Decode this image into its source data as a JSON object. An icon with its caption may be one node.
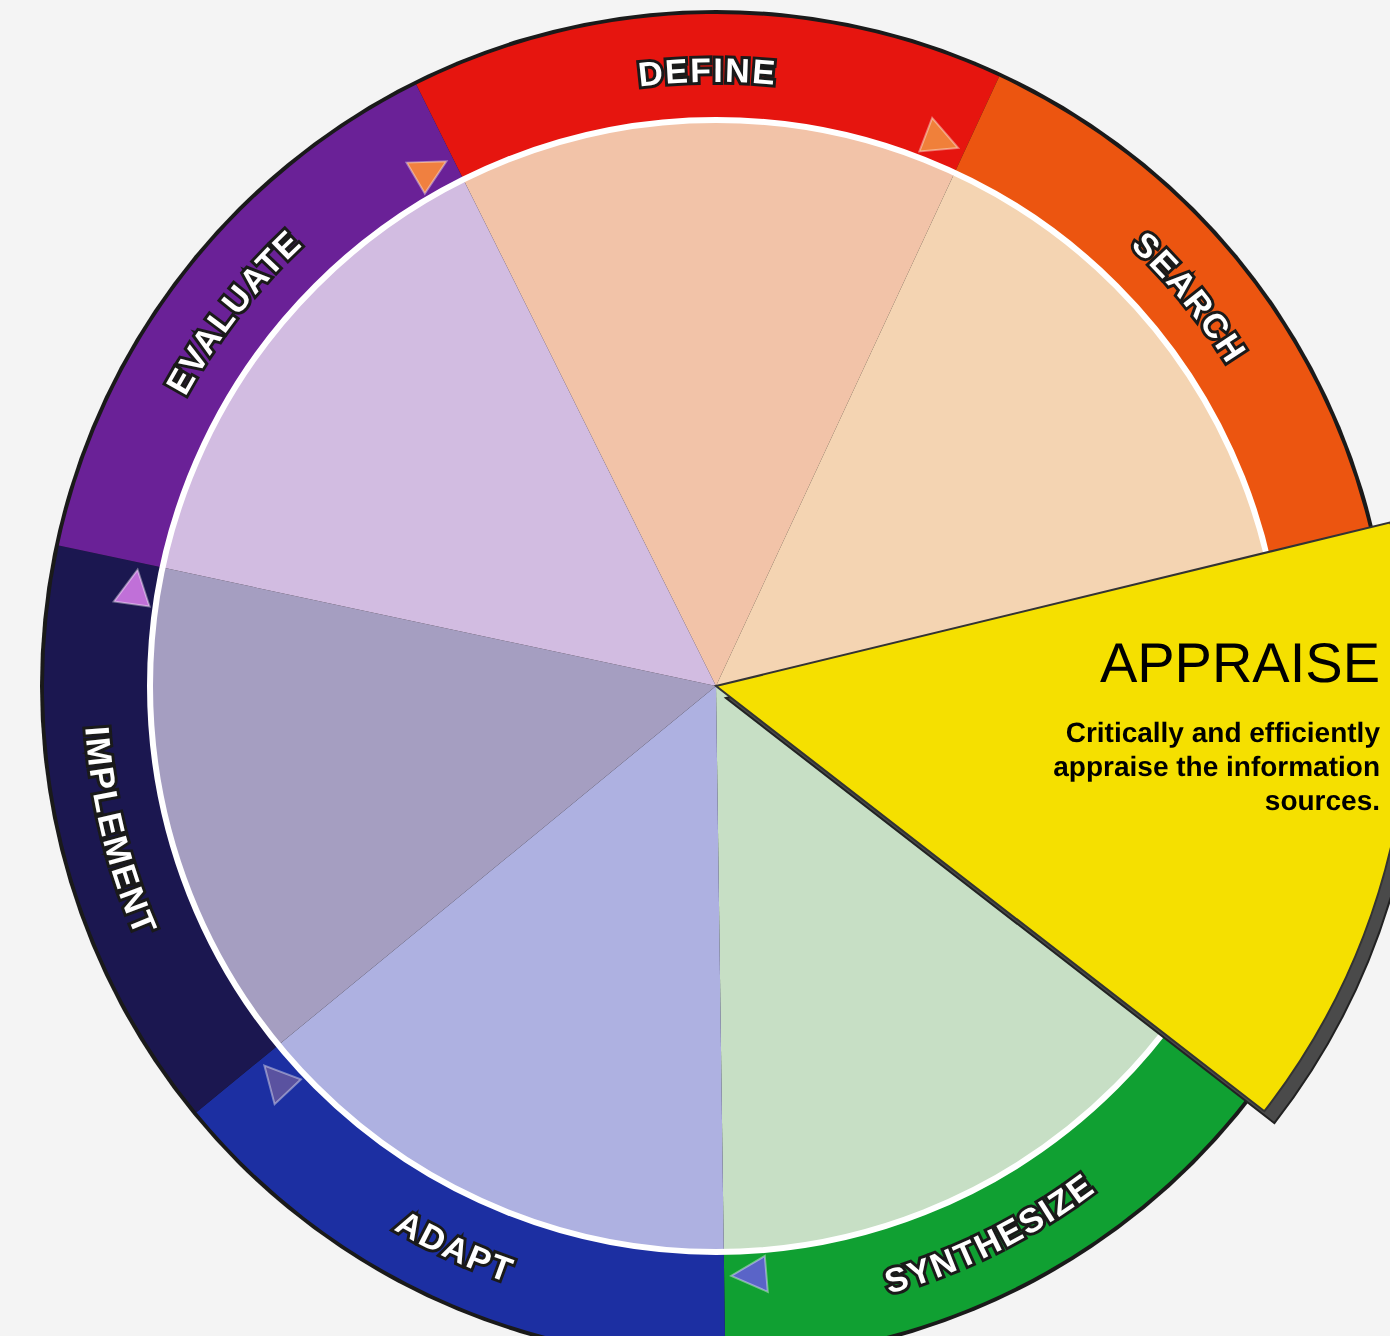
{
  "diagram": {
    "nodes": [
      {
        "text": [
          "DEFINE"
        ]
      },
      {
        "text": [
          "SEARCH"
        ]
      },
      {
        "text": [
          "APPRAISE",
          "Critically and efficiently appraise the information sources."
        ]
      },
      {
        "text": [
          "SYNTHESIZE"
        ]
      },
      {
        "text": [
          "ADAPT"
        ]
      },
      {
        "text": [
          "IMPLEMENT"
        ]
      },
      {
        "text": [
          "EVALUATE"
        ]
      }
    ]
  }
}
